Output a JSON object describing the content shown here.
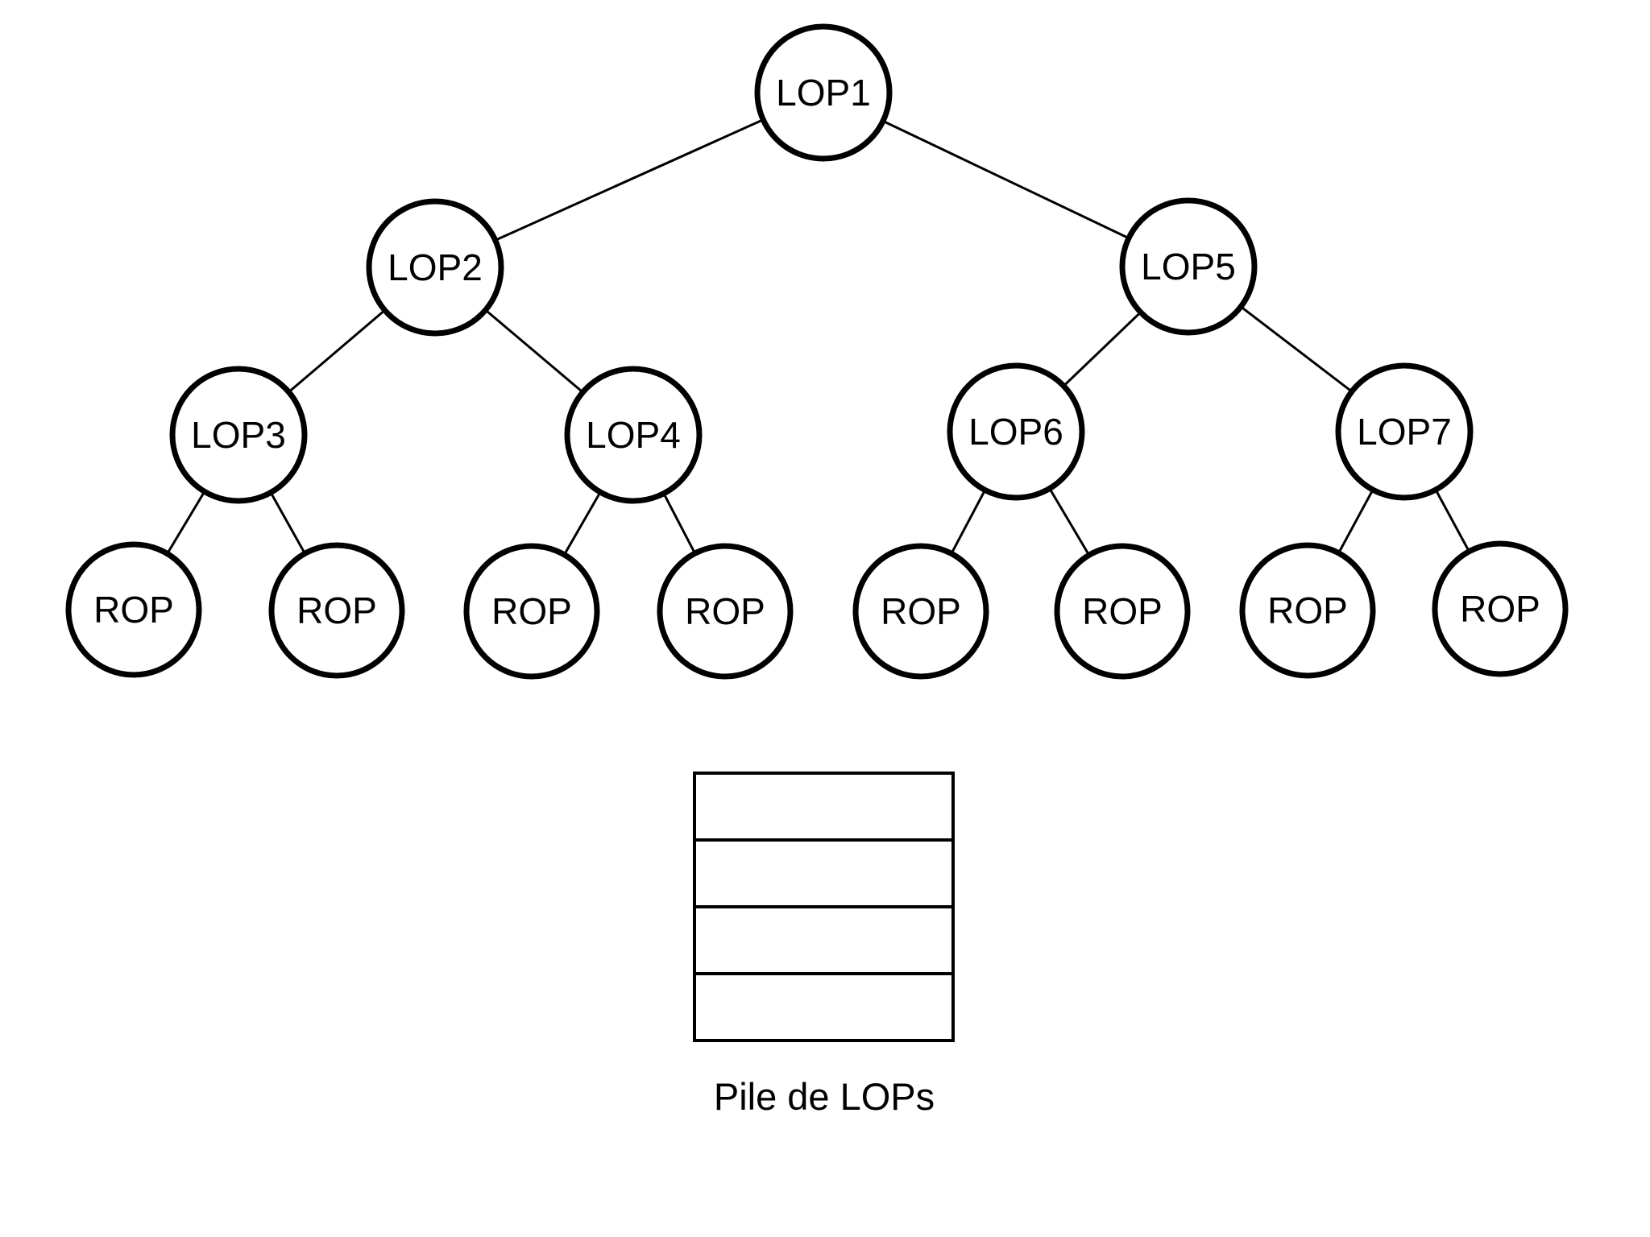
{
  "diagram": {
    "type": "binary-tree-with-stack",
    "colors": {
      "stroke": "#000000",
      "fill": "#ffffff",
      "text": "#000000"
    },
    "nodes": [
      {
        "id": "lop1",
        "label": "LOP1",
        "role": "root"
      },
      {
        "id": "lop2",
        "label": "LOP2",
        "role": "internal"
      },
      {
        "id": "lop5",
        "label": "LOP5",
        "role": "internal"
      },
      {
        "id": "lop3",
        "label": "LOP3",
        "role": "internal"
      },
      {
        "id": "lop4",
        "label": "LOP4",
        "role": "internal"
      },
      {
        "id": "lop6",
        "label": "LOP6",
        "role": "internal"
      },
      {
        "id": "lop7",
        "label": "LOP7",
        "role": "internal"
      },
      {
        "id": "rop1",
        "label": "ROP",
        "role": "leaf"
      },
      {
        "id": "rop2",
        "label": "ROP",
        "role": "leaf"
      },
      {
        "id": "rop3",
        "label": "ROP",
        "role": "leaf"
      },
      {
        "id": "rop4",
        "label": "ROP",
        "role": "leaf"
      },
      {
        "id": "rop5",
        "label": "ROP",
        "role": "leaf"
      },
      {
        "id": "rop6",
        "label": "ROP",
        "role": "leaf"
      },
      {
        "id": "rop7",
        "label": "ROP",
        "role": "leaf"
      },
      {
        "id": "rop8",
        "label": "ROP",
        "role": "leaf"
      }
    ],
    "edges": [
      [
        "lop1",
        "lop2"
      ],
      [
        "lop1",
        "lop5"
      ],
      [
        "lop2",
        "lop3"
      ],
      [
        "lop2",
        "lop4"
      ],
      [
        "lop5",
        "lop6"
      ],
      [
        "lop5",
        "lop7"
      ],
      [
        "lop3",
        "rop1"
      ],
      [
        "lop3",
        "rop2"
      ],
      [
        "lop4",
        "rop3"
      ],
      [
        "lop4",
        "rop4"
      ],
      [
        "lop6",
        "rop5"
      ],
      [
        "lop6",
        "rop6"
      ],
      [
        "lop7",
        "rop7"
      ],
      [
        "lop7",
        "rop8"
      ]
    ],
    "stack": {
      "caption": "Pile de LOPs",
      "slot_count": 4,
      "slots": [
        "",
        "",
        "",
        ""
      ]
    }
  }
}
